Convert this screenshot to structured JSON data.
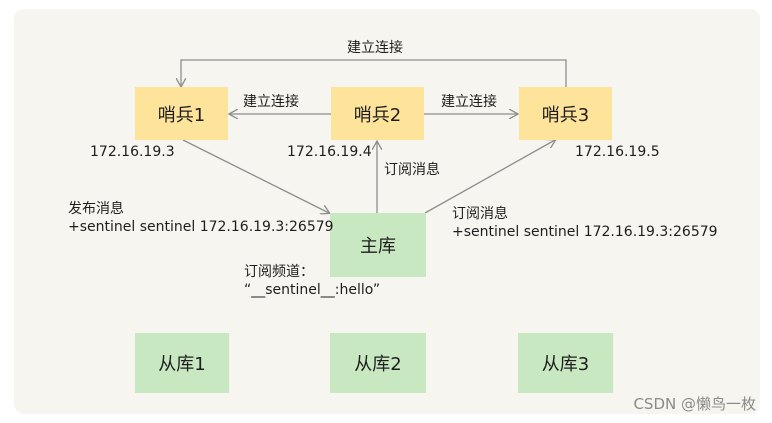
{
  "nodes": {
    "sentinel1": "哨兵1",
    "sentinel2": "哨兵2",
    "sentinel3": "哨兵3",
    "master": "主库",
    "replica1": "从库1",
    "replica2": "从库2",
    "replica3": "从库3"
  },
  "ips": {
    "sentinel1": "172.16.19.3",
    "sentinel2": "172.16.19.4",
    "sentinel3": "172.16.19.5"
  },
  "edge_labels": {
    "connect_top": "建立连接",
    "connect_left": "建立连接",
    "connect_right": "建立连接",
    "subscribe_center": "订阅消息"
  },
  "publish": {
    "title": "发布消息",
    "body": "+sentinel sentinel 172.16.19.3:26579"
  },
  "subscribe_right": {
    "title": "订阅消息",
    "body": "+sentinel sentinel 172.16.19.3:26579"
  },
  "channel": {
    "title": "订阅频道：",
    "name": "“__sentinel__:hello”"
  },
  "watermark": "CSDN @懒鸟一枚",
  "colors": {
    "sentinel": "#fde49a",
    "database": "#c8e8c2",
    "background": "#f6f5ef",
    "line": "#8e8e8e"
  }
}
